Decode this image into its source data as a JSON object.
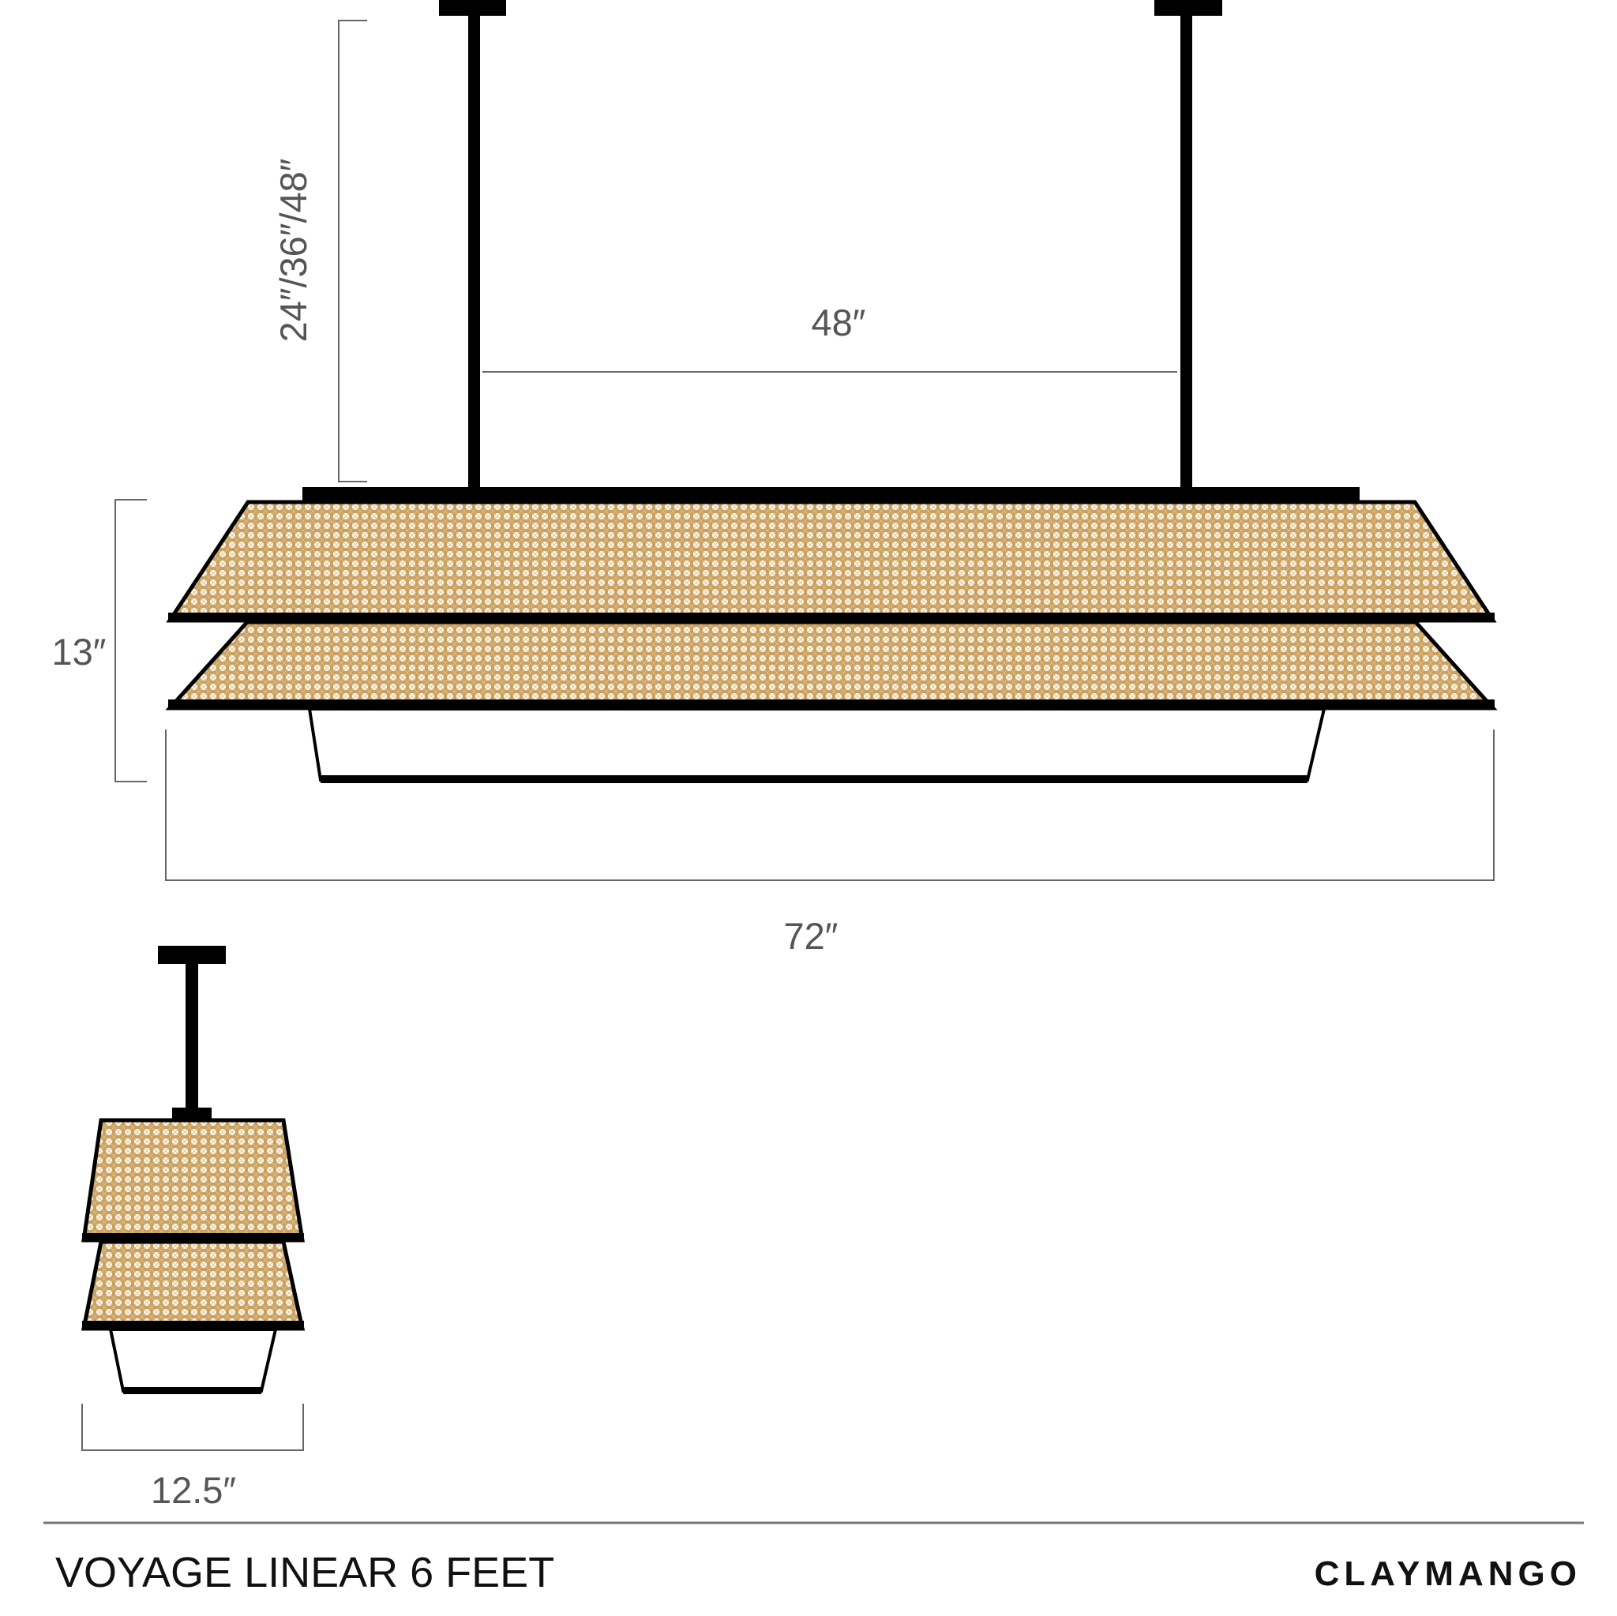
{
  "dimensions": {
    "drop_height": "24″/36″/48″",
    "rod_spacing": "48″",
    "fixture_height": "13″",
    "overall_length": "72″",
    "width": "12.5″"
  },
  "footer": {
    "product_name": "VOYAGE LINEAR 6 FEET",
    "brand": "CLAYMANGO"
  },
  "colors": {
    "cane": "#c9a162",
    "frame": "#000000",
    "dimension_text": "#555555"
  }
}
